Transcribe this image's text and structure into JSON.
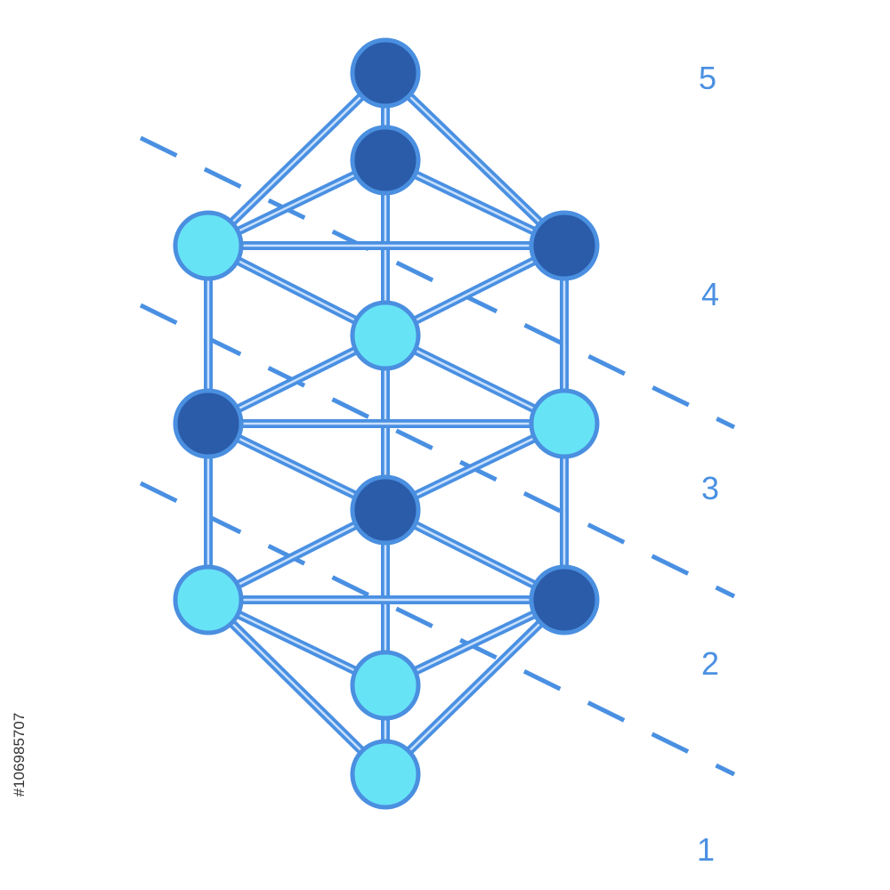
{
  "diagram": {
    "level_labels": [
      "5",
      "4",
      "3",
      "2",
      "1"
    ],
    "side_text": "#106985707",
    "colors": {
      "background": "#ffffff",
      "edge": "#4a90e2",
      "edge_highlight": "#c8e0ff",
      "node_dark": "#2a5caa",
      "node_light": "#67e3f6",
      "node_stroke": "#4a8fe0",
      "dash": "#4a90e2",
      "label": "#4a90e2",
      "side_text": "#333333"
    },
    "nodes": [
      {
        "id": "n1",
        "tone": "dark"
      },
      {
        "id": "n2",
        "tone": "dark"
      },
      {
        "id": "n3",
        "tone": "light"
      },
      {
        "id": "n4",
        "tone": "dark"
      },
      {
        "id": "n5",
        "tone": "light"
      },
      {
        "id": "n6",
        "tone": "dark"
      },
      {
        "id": "n7",
        "tone": "light"
      },
      {
        "id": "n8",
        "tone": "dark"
      },
      {
        "id": "n9",
        "tone": "light"
      },
      {
        "id": "n10",
        "tone": "dark"
      },
      {
        "id": "n11",
        "tone": "light"
      },
      {
        "id": "n12",
        "tone": "light"
      }
    ],
    "edges": [
      [
        "n1",
        "n2"
      ],
      [
        "n1",
        "n3"
      ],
      [
        "n1",
        "n4"
      ],
      [
        "n2",
        "n3"
      ],
      [
        "n2",
        "n4"
      ],
      [
        "n2",
        "n5"
      ],
      [
        "n3",
        "n4"
      ],
      [
        "n3",
        "n5"
      ],
      [
        "n3",
        "n6"
      ],
      [
        "n4",
        "n5"
      ],
      [
        "n4",
        "n7"
      ],
      [
        "n5",
        "n6"
      ],
      [
        "n5",
        "n7"
      ],
      [
        "n5",
        "n8"
      ],
      [
        "n6",
        "n7"
      ],
      [
        "n6",
        "n8"
      ],
      [
        "n6",
        "n9"
      ],
      [
        "n7",
        "n8"
      ],
      [
        "n7",
        "n10"
      ],
      [
        "n8",
        "n9"
      ],
      [
        "n8",
        "n10"
      ],
      [
        "n8",
        "n11"
      ],
      [
        "n9",
        "n10"
      ],
      [
        "n9",
        "n11"
      ],
      [
        "n9",
        "n12"
      ],
      [
        "n10",
        "n11"
      ],
      [
        "n10",
        "n12"
      ],
      [
        "n11",
        "n12"
      ]
    ]
  }
}
